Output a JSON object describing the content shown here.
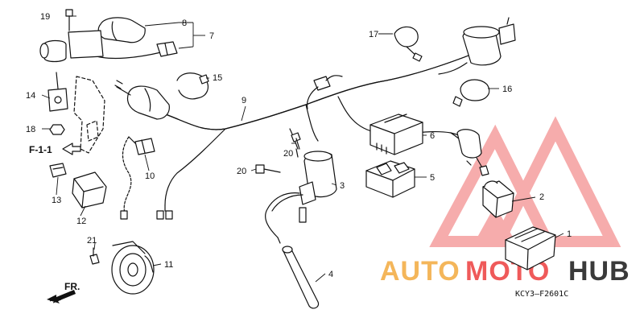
{
  "diagram": {
    "code": "KCY3–F2601C",
    "reference": "F-1-1",
    "front_label": "FR.",
    "callouts": [
      "1",
      "2",
      "3",
      "4",
      "5",
      "6",
      "7",
      "8",
      "9",
      "10",
      "11",
      "12",
      "13",
      "14",
      "15",
      "16",
      "17",
      "18",
      "19",
      "20",
      "20",
      "21"
    ]
  },
  "watermark": {
    "text_1": "AUTO",
    "text_2": "MOTO",
    "text_3": "HUB",
    "colors": {
      "orange": "#f4b65a",
      "red": "#ef5a5a",
      "gray": "#3a3a3a"
    }
  },
  "icons": {
    "direction": "front-arrow-icon",
    "logo": "triangle-logo-icon"
  }
}
